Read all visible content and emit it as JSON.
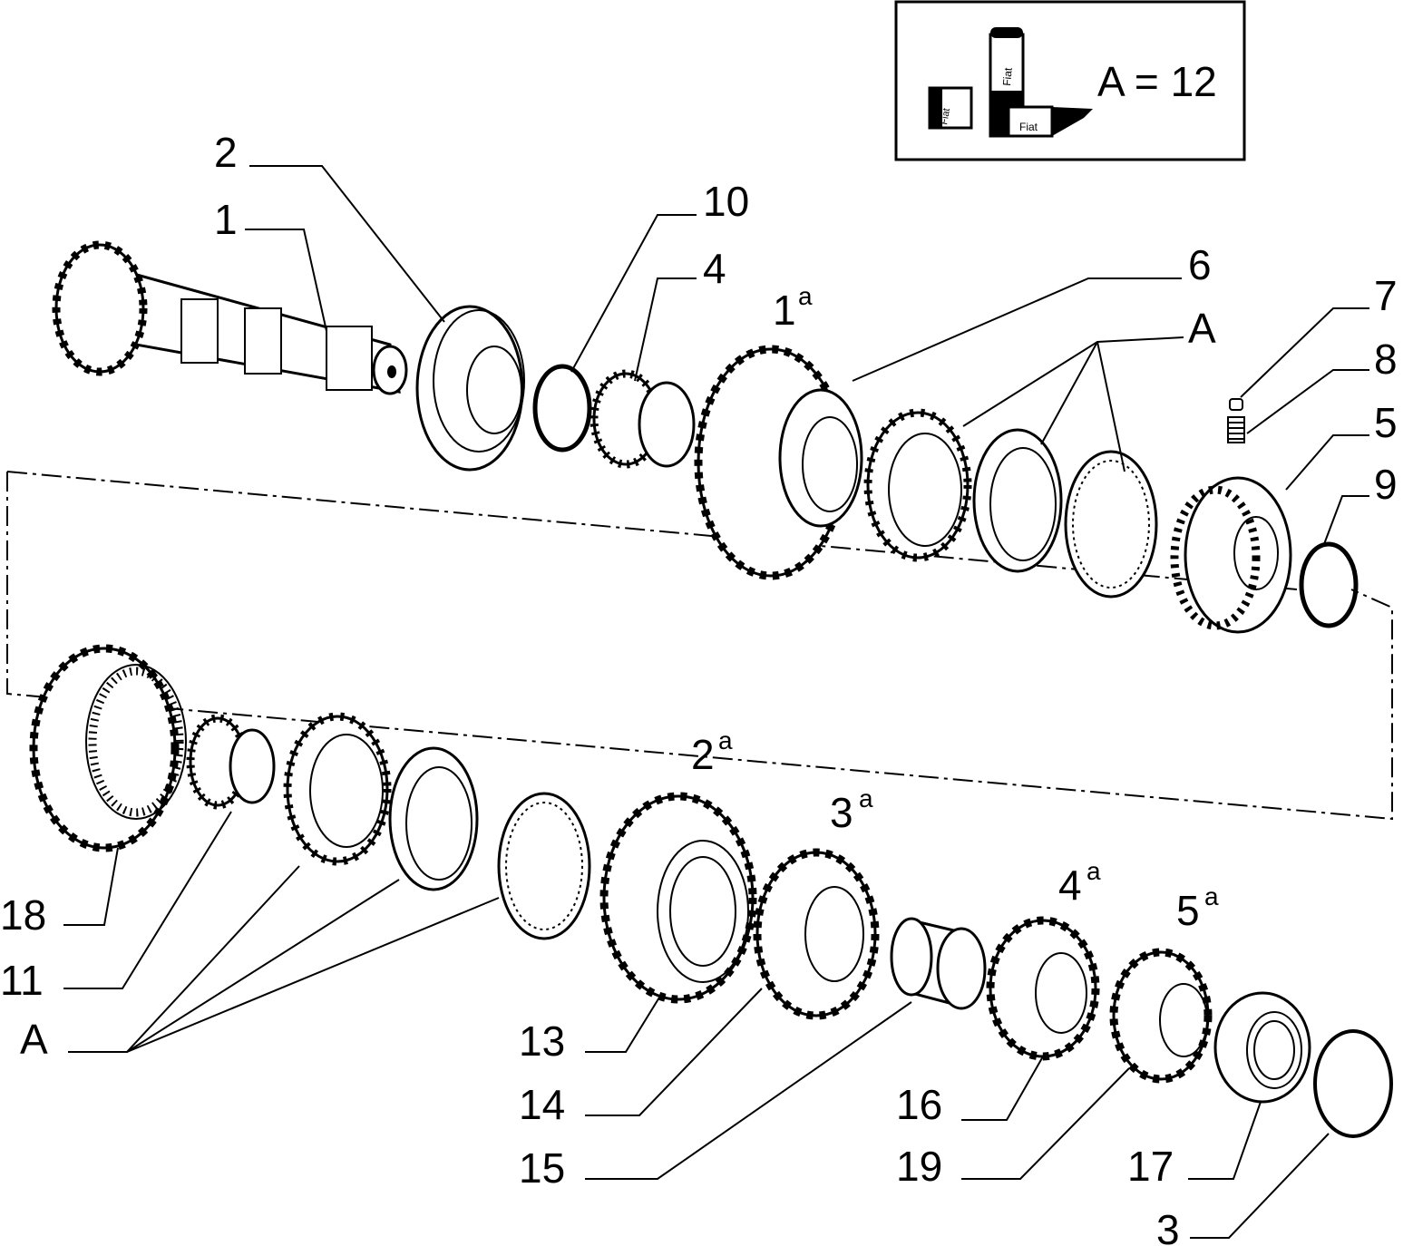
{
  "legend": {
    "product_label_1": "Fiat",
    "product_label_2": "Fiat",
    "product_label_3": "Fiat",
    "formula": "A = 12"
  },
  "labels": {
    "p1": "1",
    "p2": "2",
    "p3": "3",
    "p4": "4",
    "p5": "5",
    "p6": "6",
    "p7": "7",
    "p8": "8",
    "p9": "9",
    "p10": "10",
    "p11": "11",
    "p13": "13",
    "p14": "14",
    "p15": "15",
    "p16": "16",
    "p17": "17",
    "p18": "18",
    "p19": "19",
    "a_top": "A",
    "a_bottom": "A"
  },
  "gears": [
    {
      "num": "1",
      "sup": "a"
    },
    {
      "num": "2",
      "sup": "a"
    },
    {
      "num": "3",
      "sup": "a"
    },
    {
      "num": "4",
      "sup": "a"
    },
    {
      "num": "5",
      "sup": "a"
    }
  ]
}
